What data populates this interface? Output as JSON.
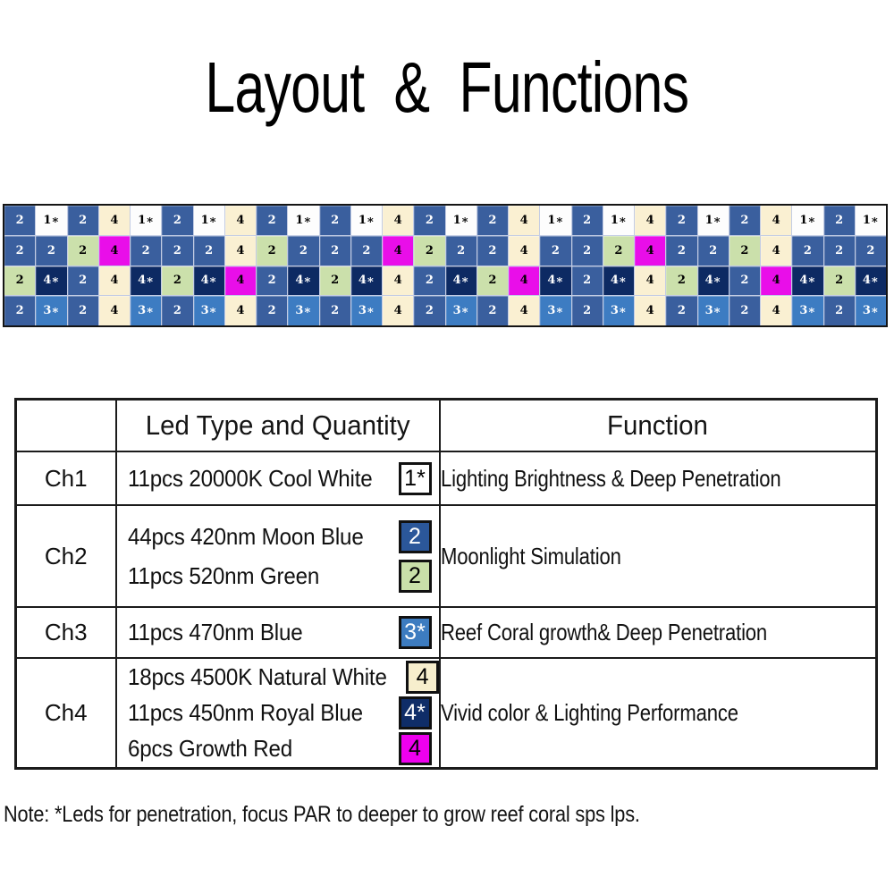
{
  "title": "Layout  &  Functions",
  "note": "Note: *Leds for penetration, focus PAR to deeper to grow reef coral sps lps.",
  "led_grid": {
    "legend": {
      "1w": {
        "label": "1*",
        "bg": "#fdfdfd",
        "fg": "#000000"
      },
      "2b": {
        "label": "2",
        "bg": "#3a5f9e",
        "fg": "#ffffff"
      },
      "2g": {
        "label": "2",
        "bg": "#cbe0ab",
        "fg": "#000000"
      },
      "3s": {
        "label": "3*",
        "bg": "#3d7cc2",
        "fg": "#ffffff"
      },
      "4c": {
        "label": "4",
        "bg": "#faf0d2",
        "fg": "#000000"
      },
      "4n": {
        "label": "4*",
        "bg": "#0d2a63",
        "fg": "#ffffff"
      },
      "4m": {
        "label": "4",
        "bg": "#e90ee9",
        "fg": "#000000"
      }
    },
    "rows": [
      [
        "2b",
        "1w",
        "2b",
        "4c",
        "1w",
        "2b",
        "1w",
        "4c",
        "2b",
        "1w",
        "2b",
        "1w",
        "4c",
        "2b",
        "1w",
        "2b",
        "4c",
        "1w",
        "2b",
        "1w",
        "4c",
        "2b",
        "1w",
        "2b",
        "4c",
        "1w",
        "2b",
        "1w"
      ],
      [
        "2b",
        "2b",
        "2g",
        "4m",
        "2b",
        "2b",
        "2b",
        "4c",
        "2g",
        "2b",
        "2b",
        "2b",
        "4m",
        "2g",
        "2b",
        "2b",
        "4c",
        "2b",
        "2b",
        "2g",
        "4m",
        "2b",
        "2b",
        "2g",
        "4c",
        "2b",
        "2b",
        "2b"
      ],
      [
        "2g",
        "4n",
        "2b",
        "4c",
        "4n",
        "2g",
        "4n",
        "4m",
        "2b",
        "4n",
        "2g",
        "4n",
        "4c",
        "2b",
        "4n",
        "2g",
        "4m",
        "4n",
        "2b",
        "4n",
        "4c",
        "2g",
        "4n",
        "2b",
        "4m",
        "4n",
        "2g",
        "4n"
      ],
      [
        "2b",
        "3s",
        "2b",
        "4c",
        "3s",
        "2b",
        "3s",
        "4c",
        "2b",
        "3s",
        "2b",
        "3s",
        "4c",
        "2b",
        "3s",
        "2b",
        "4c",
        "3s",
        "2b",
        "3s",
        "4c",
        "2b",
        "3s",
        "2b",
        "4c",
        "3s",
        "2b",
        "3s"
      ]
    ]
  },
  "table": {
    "headers": {
      "channel": "",
      "led": "Led Type and Quantity",
      "function": "Function"
    },
    "rows": [
      {
        "channel": "Ch1",
        "leds": [
          {
            "text": "11pcs 20000K Cool White",
            "swatch": {
              "label": "1*",
              "bg": "#ffffff",
              "fg": "#000000"
            }
          }
        ],
        "function": "Lighting Brightness & Deep Penetration"
      },
      {
        "channel": "Ch2",
        "leds": [
          {
            "text": "44pcs 420nm Moon Blue",
            "swatch": {
              "label": "2",
              "bg": "#2b579a",
              "fg": "#ffffff"
            }
          },
          {
            "text": "11pcs 520nm Green",
            "swatch": {
              "label": "2",
              "bg": "#c9dfa9",
              "fg": "#000000"
            }
          }
        ],
        "function": "Moonlight Simulation"
      },
      {
        "channel": "Ch3",
        "leds": [
          {
            "text": "11pcs 470nm Blue",
            "swatch": {
              "label": "3*",
              "bg": "#3d7cc0",
              "fg": "#ffffff"
            }
          }
        ],
        "function": "Reef Coral growth& Deep Penetration"
      },
      {
        "channel": "Ch4",
        "leds": [
          {
            "text": "18pcs 4500K Natural White",
            "swatch": {
              "label": "4",
              "bg": "#f7eecd",
              "fg": "#000000"
            }
          },
          {
            "text": "11pcs 450nm Royal Blue",
            "swatch": {
              "label": "4*",
              "bg": "#0f2d68",
              "fg": "#ffffff"
            }
          },
          {
            "text": "6pcs Growth Red",
            "swatch": {
              "label": "4",
              "bg": "#ee00ee",
              "fg": "#000000"
            }
          }
        ],
        "function": "Vivid color & Lighting Performance"
      }
    ]
  }
}
